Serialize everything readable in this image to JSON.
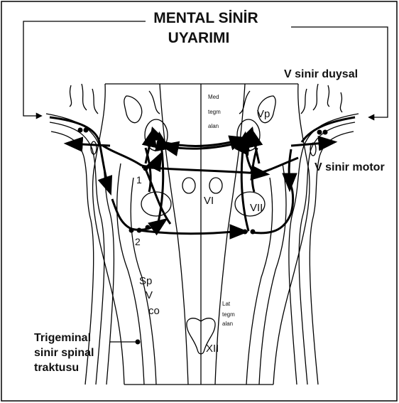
{
  "title_line1": "MENTAL SİNİR",
  "title_line2": "UYARIMI",
  "labels": {
    "v_sensory": "V sinir duysal",
    "v_motor": "V sinir motor",
    "vp": "Vp",
    "med_tegm": [
      "Med",
      "tegm",
      "alan"
    ],
    "lat_tegm": [
      "Lat",
      "tegm",
      "alan"
    ],
    "nucleus_vi": "VI",
    "nucleus_vii": "VII",
    "nucleus_xii": "XII",
    "sp_v_co": [
      "Sp",
      "V",
      "co"
    ],
    "num_1": "1",
    "num_2": "2",
    "trigeminal": [
      "Trigeminal",
      "sinir spinal",
      "traktusu"
    ]
  },
  "colors": {
    "ink": "#000000",
    "background": "#ffffff"
  }
}
